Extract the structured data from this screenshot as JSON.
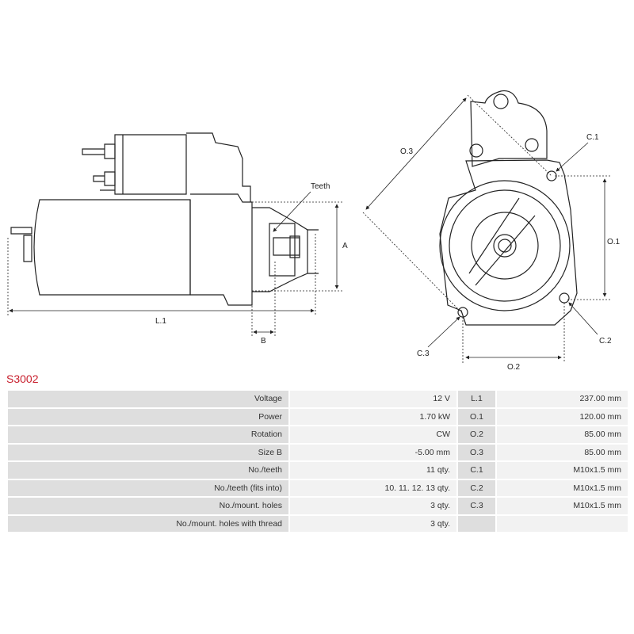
{
  "diagram": {
    "labels": {
      "teeth": "Teeth",
      "a": "A",
      "b": "B",
      "l1": "L.1",
      "o1": "O.1",
      "o2": "O.2",
      "o3": "O.3",
      "c1": "C.1",
      "c2": "C.2",
      "c3": "C.3"
    }
  },
  "part_number": "S3002",
  "specs": [
    {
      "label": "Voltage",
      "value": "12 V",
      "dim": "L.1",
      "dim_value": "237.00 mm"
    },
    {
      "label": "Power",
      "value": "1.70 kW",
      "dim": "O.1",
      "dim_value": "120.00 mm"
    },
    {
      "label": "Rotation",
      "value": "CW",
      "dim": "O.2",
      "dim_value": "85.00 mm"
    },
    {
      "label": "Size B",
      "value": "-5.00 mm",
      "dim": "O.3",
      "dim_value": "85.00 mm"
    },
    {
      "label": "No./teeth",
      "value": "11 qty.",
      "dim": "C.1",
      "dim_value": "M10x1.5 mm"
    },
    {
      "label": "No./teeth (fits into)",
      "value": "10. 11. 12. 13 qty.",
      "dim": "C.2",
      "dim_value": "M10x1.5 mm"
    },
    {
      "label": "No./mount. holes",
      "value": "3 qty.",
      "dim": "C.3",
      "dim_value": "M10x1.5 mm"
    },
    {
      "label": "No./mount. holes with thread",
      "value": "3 qty.",
      "dim": "",
      "dim_value": ""
    }
  ]
}
